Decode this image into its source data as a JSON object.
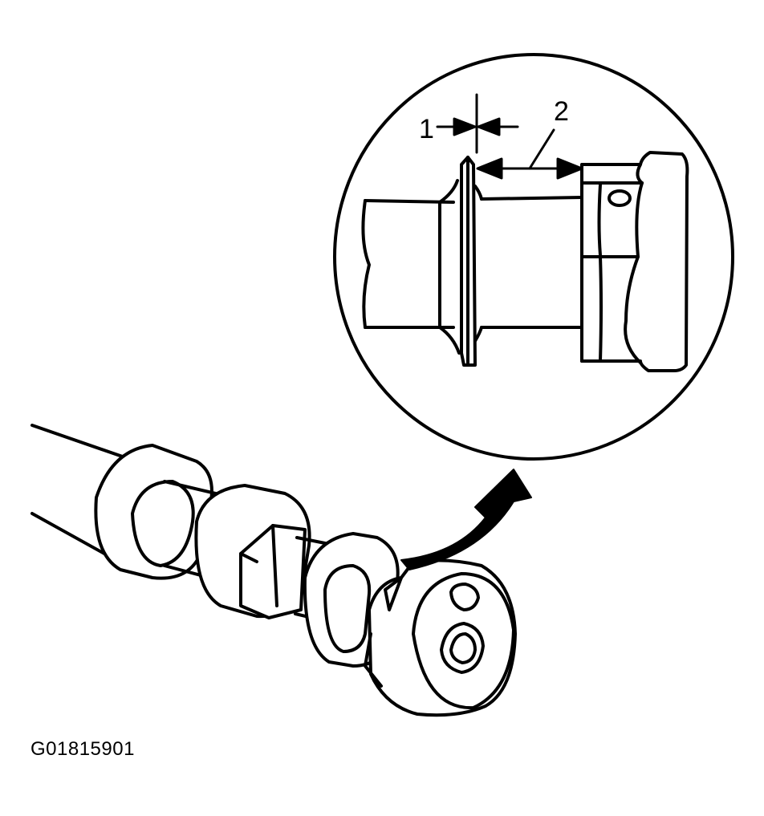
{
  "figure": {
    "id_code": "G01815901",
    "callouts": [
      "1",
      "2"
    ]
  },
  "colors": {
    "ink": "#000000",
    "paper": "#ffffff"
  },
  "icons": [
    "camshaft-illustration",
    "detail-magnifier-circle",
    "pointer-arrow-icon",
    "dimension-arrow-icon"
  ]
}
